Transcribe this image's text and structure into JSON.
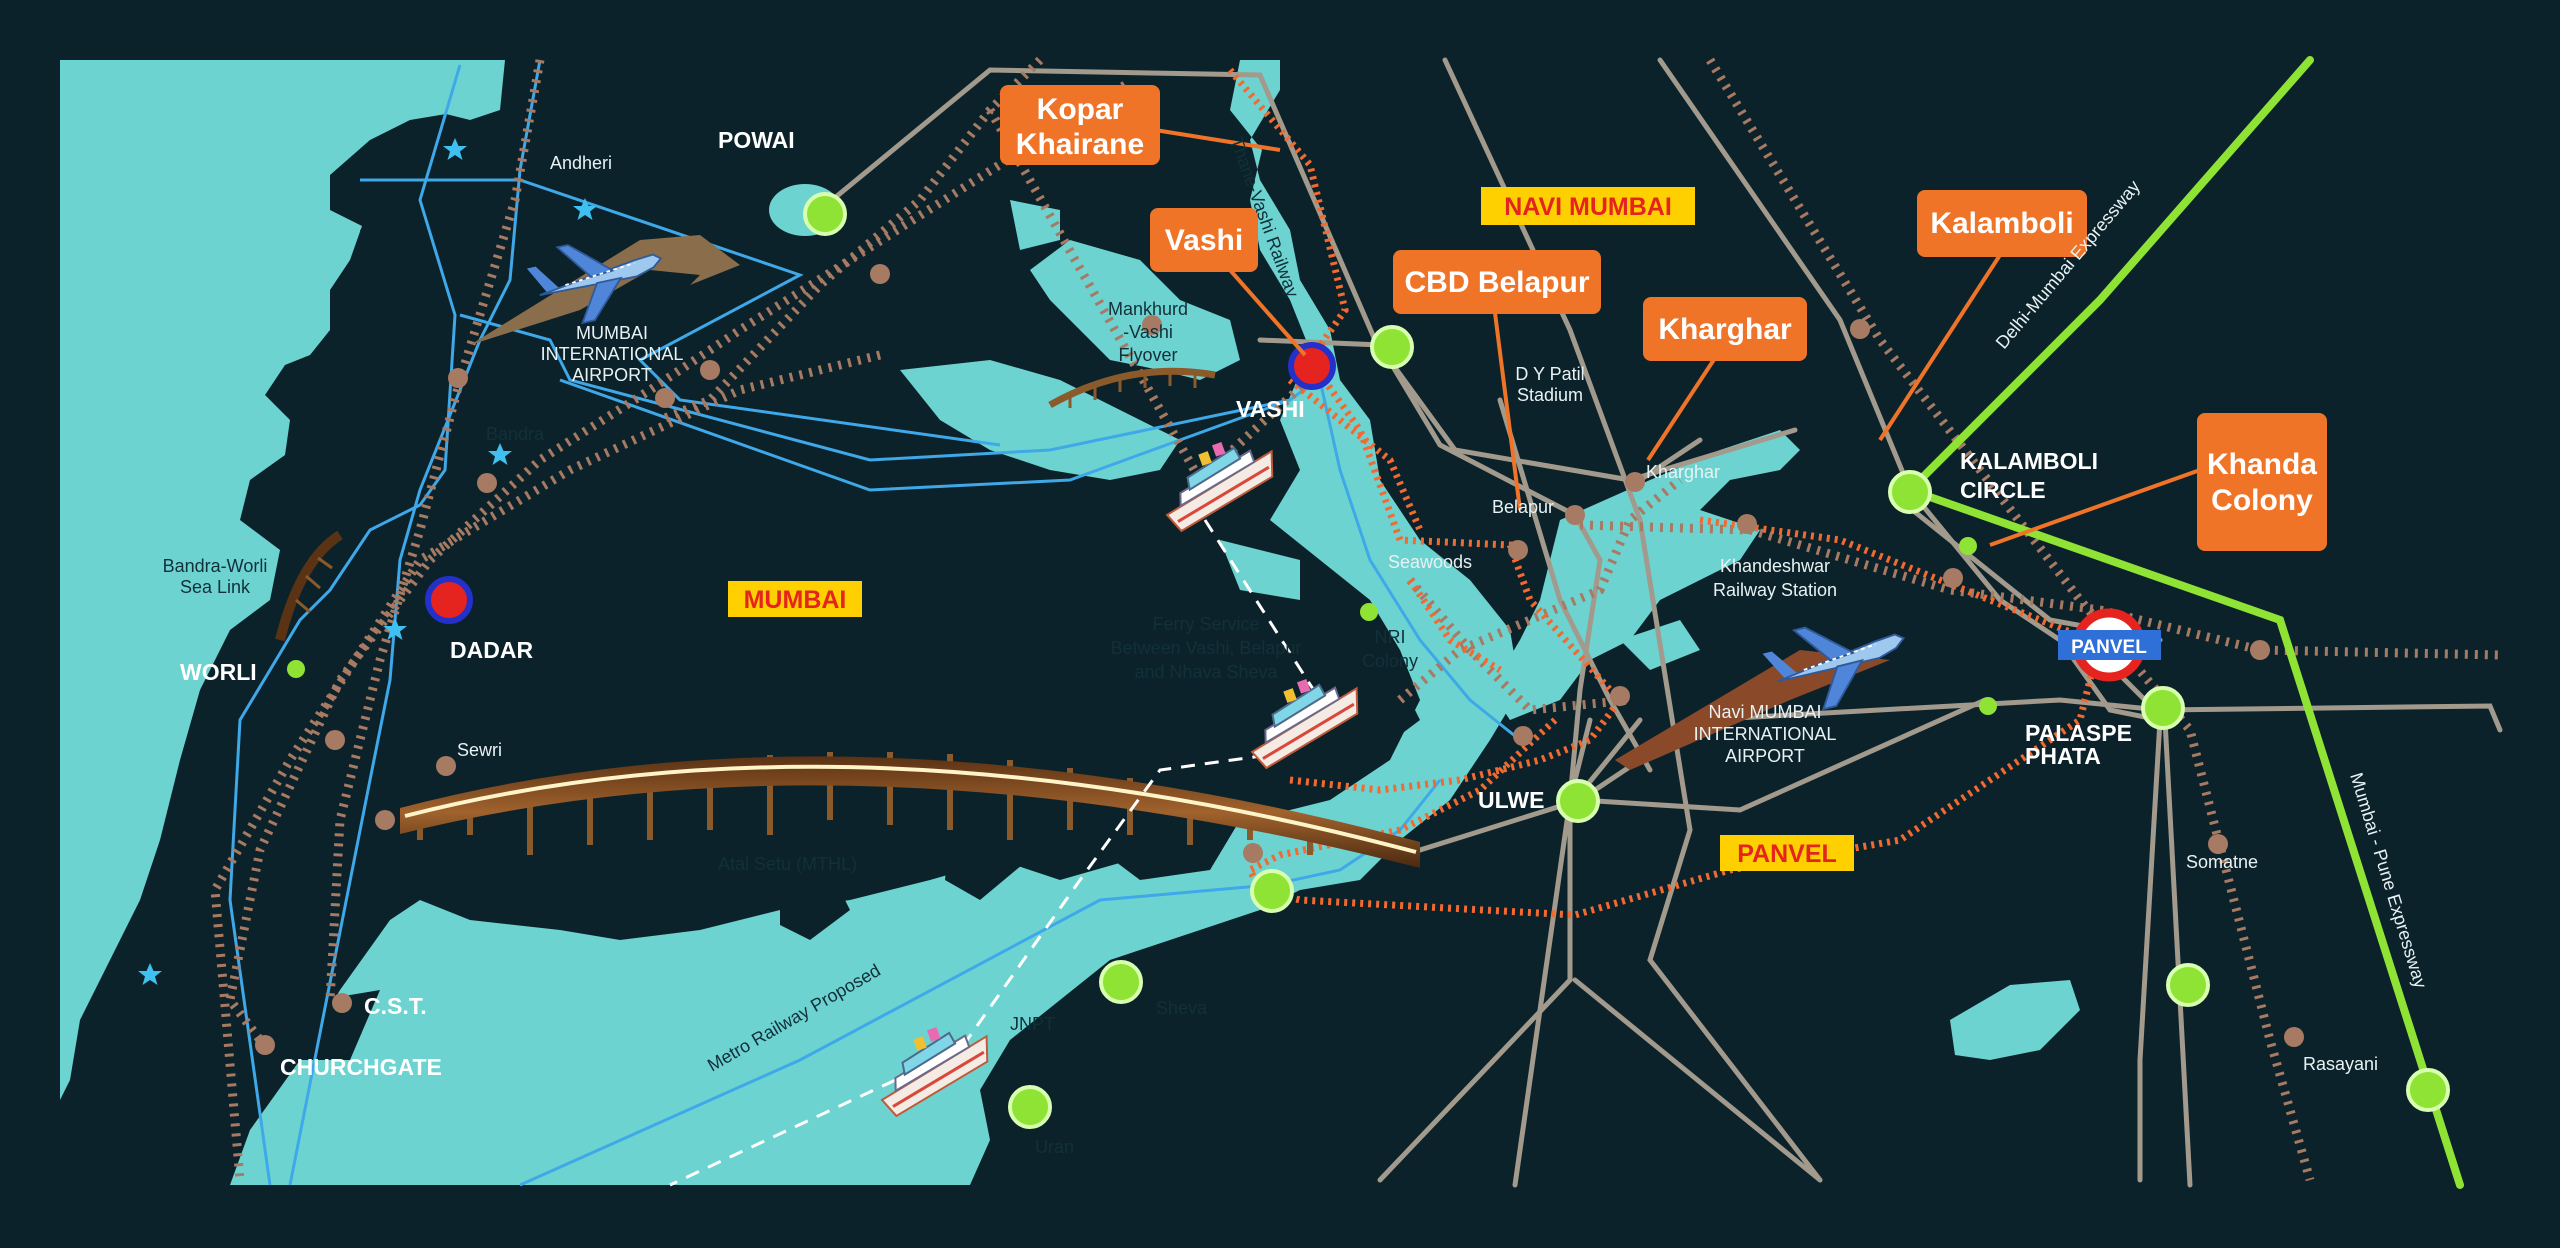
{
  "colors": {
    "background": "#0c222a",
    "water": "#6dd3d1",
    "highway": "#8fe334",
    "railway": "#a77a63",
    "proposed_railway": "#f26a30",
    "metro": "#3fa8e8",
    "road": "#a29a8c",
    "callout": "#f07427",
    "region_tag_bg": "#ffd000",
    "region_tag_text": "#e5231f",
    "panvel_station": "#2f6fd8"
  },
  "region_tags": {
    "mumbai": "MUMBAI",
    "navi_mumbai": "NAVI MUMBAI",
    "panvel": "PANVEL"
  },
  "callouts": {
    "kopar_line1": "Kopar",
    "kopar_line2": "Khairane",
    "vashi": "Vashi",
    "cbd": "CBD Belapur",
    "kharghar": "Kharghar",
    "kalamboli": "Kalamboli",
    "khanda_line1": "Khanda",
    "khanda_line2": "Colony"
  },
  "places": {
    "powai": "POWAI",
    "andheri": "Andheri",
    "airport_l1": "MUMBAI",
    "airport_l2": "INTERNATIONAL",
    "airport_l3": "AIRPORT",
    "bandra": "Bandra",
    "sealink_l1": "Bandra-Worli",
    "sealink_l2": "Sea Link",
    "worli": "WORLI",
    "dadar": "DADAR",
    "sewri": "Sewri",
    "cst": "C.S.T.",
    "churchgate": "CHURCHGATE",
    "mankhurd_l1": "Mankhurd",
    "mankhurd_l2": "-Vashi",
    "mankhurd_l3": "Flyover",
    "vashi": "VASHI",
    "dy_l1": "D Y Patil",
    "dy_l2": "Stadium",
    "belapur": "Belapur",
    "kharghar": "Kharghar",
    "seawoods": "Seawoods",
    "nri_l1": "NRI",
    "nri_l2": "Colony",
    "ferry_l1": "Ferry Service",
    "ferry_l2": "Between Vashi, Belapur",
    "ferry_l3": "and Nhava Sheva",
    "khandeshwar_l1": "Khandeshwar",
    "khandeshwar_l2": "Railway Station",
    "kalamboli_l1": "KALAMBOLI",
    "kalamboli_l2": "CIRCLE",
    "navi_airport_l1": "Navi MUMBAI",
    "navi_airport_l2": "INTERNATIONAL",
    "navi_airport_l3": "AIRPORT",
    "panvel": "PANVEL",
    "palaspe_l1": "PALASPE",
    "palaspe_l2": "PHATA",
    "ulwe": "ULWE",
    "atal": "Atal Setu (MTHL)",
    "metro": "Metro Railway Proposed",
    "jnpt": "JNPT",
    "sheva": "Sheva",
    "uran": "Uran",
    "somatne": "Somatne",
    "rasayani": "Rasayani",
    "thane_vashi": "Thane-Vashi Railway",
    "delhi_mumbai": "Delhi-Mumbai Expressway",
    "mumbai_pune": "Mumbai - Pune Expressway"
  },
  "icons": [
    "plane-icon",
    "ship-icon",
    "star-icon",
    "railway-station-icon"
  ]
}
